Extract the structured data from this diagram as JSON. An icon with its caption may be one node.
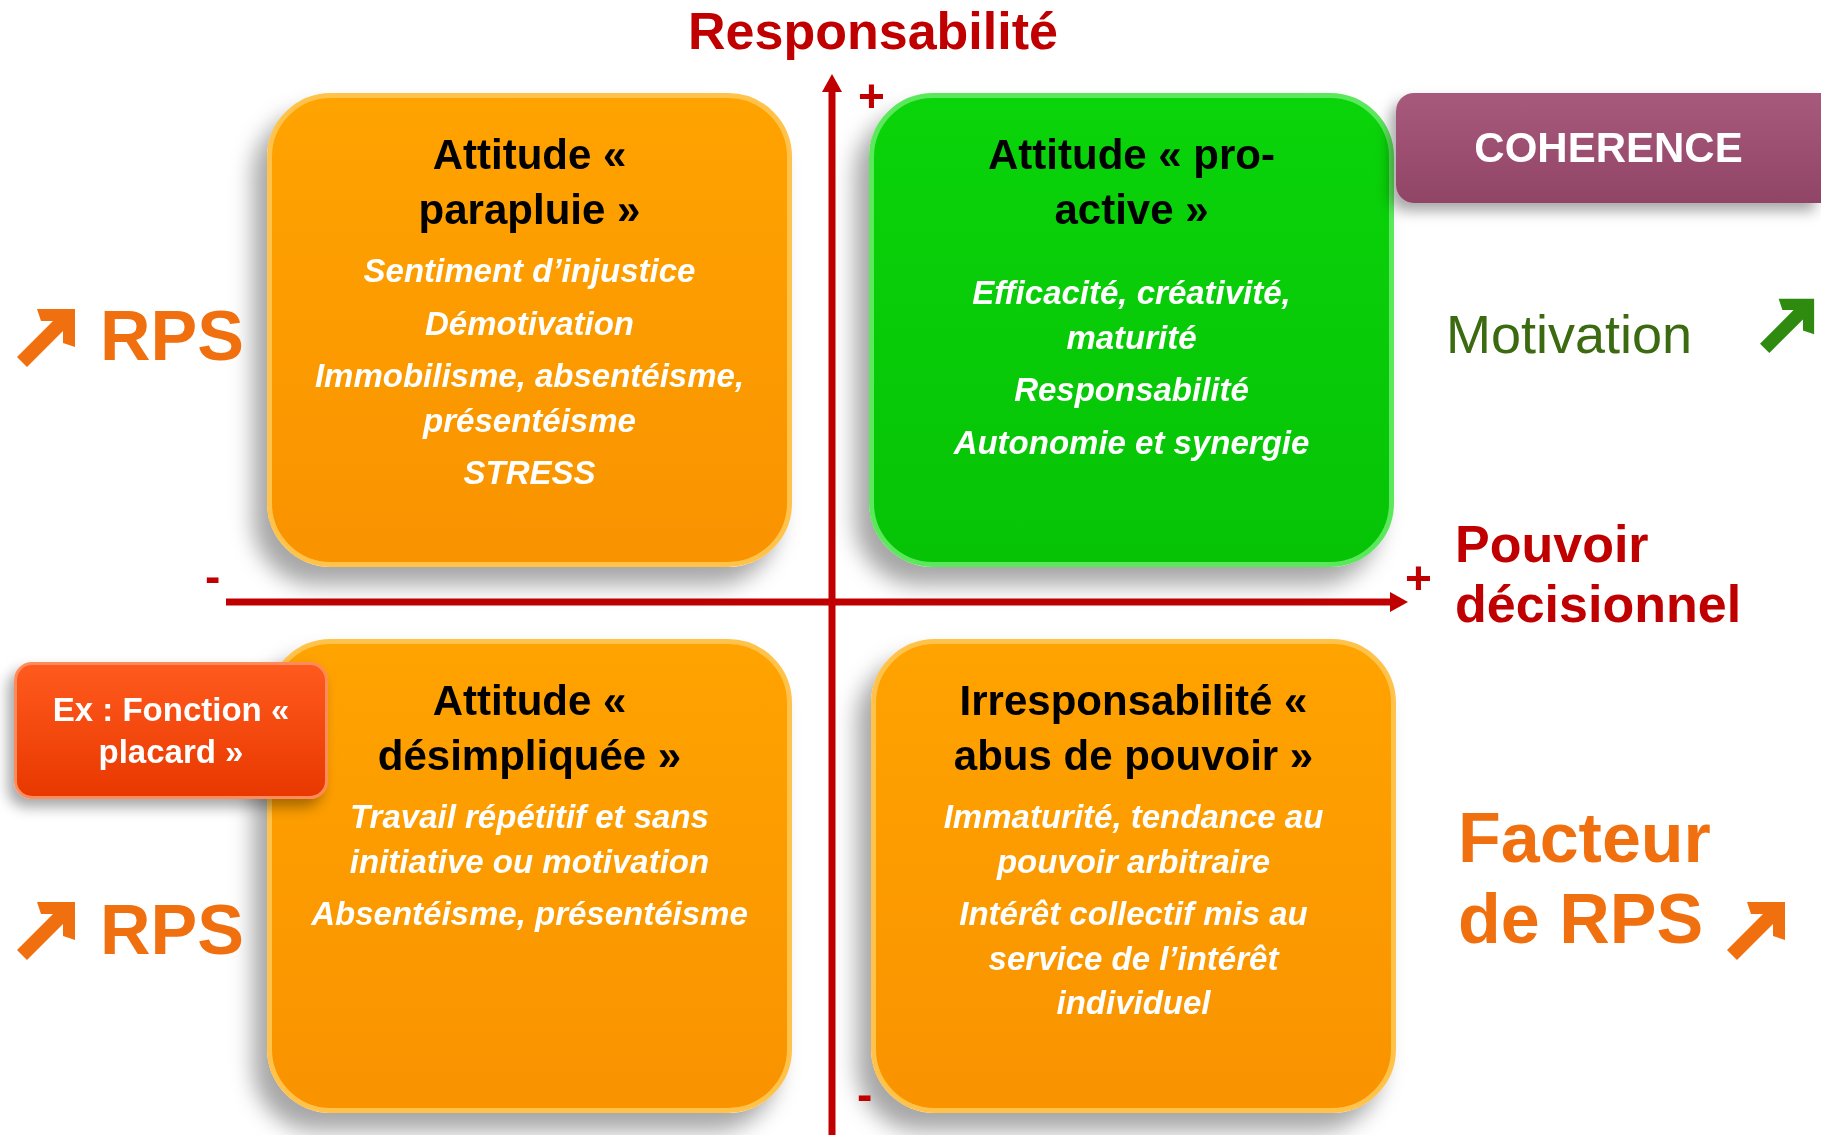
{
  "diagram": {
    "nodes": [
      {
        "text": [
          "Attitude « parapluie »",
          "Sentiment d’injustice",
          "Démotivation",
          "Immobilisme, absentéisme, présentéisme",
          "STRESS"
        ]
      },
      {
        "text": [
          "Attitude « pro-active »",
          "Efficacité, créativité, maturité",
          "Responsabilité",
          "Autonomie et synergie"
        ]
      },
      {
        "text": [
          "COHERENCE"
        ]
      },
      {
        "text": [
          "Ex : Fonction « placard »"
        ]
      },
      {
        "text": [
          "Attitude « désimpliquée »",
          "Travail répétitif et sans initiative ou motivation",
          "Absentéisme, présentéisme"
        ]
      },
      {
        "text": [
          "Irresponsabilité « abus de pouvoir »",
          "Immaturité, tendance au pouvoir arbitraire",
          "Intérêt collectif mis au service de l’intérêt individuel"
        ]
      }
    ],
    "edges": [],
    "labels": [
      "Responsabilité",
      "+",
      "RPS",
      "Motivation",
      "-",
      "+",
      "Pouvoir décisionnel",
      "RPS",
      "Facteur de RPS",
      "-"
    ]
  }
}
